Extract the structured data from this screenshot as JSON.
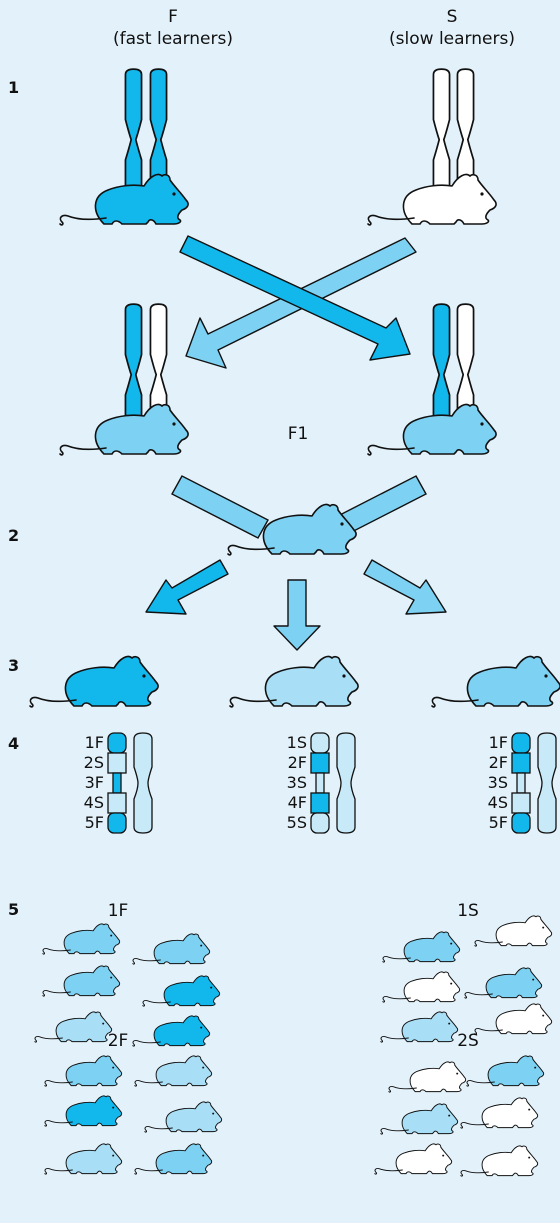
{
  "colors": {
    "background": "#e3f2fa",
    "fast": "#12b7ec",
    "mixed": "#7dd2f4",
    "light": "#c8e9f8",
    "slow": "#ffffff",
    "outline": "#111111"
  },
  "header": {
    "fast_letter": "F",
    "fast_caption": "(fast learners)",
    "slow_letter": "S",
    "slow_caption": "(slow learners)"
  },
  "steps": [
    "1",
    "2",
    "3",
    "4",
    "5"
  ],
  "f1_label": "F1",
  "chromosome_sets": [
    {
      "segments": [
        "1F",
        "2S",
        "3F",
        "4S",
        "5F"
      ]
    },
    {
      "segments": [
        "1S",
        "2F",
        "3S",
        "4F",
        "5S"
      ]
    },
    {
      "segments": [
        "1F",
        "2F",
        "3S",
        "4S",
        "5F"
      ]
    }
  ],
  "groups": [
    {
      "label": "1F"
    },
    {
      "label": "2F"
    },
    {
      "label": "1S"
    },
    {
      "label": "2S"
    }
  ],
  "icons": [
    "mouse-icon",
    "chromosome-icon",
    "arrow-icon"
  ]
}
